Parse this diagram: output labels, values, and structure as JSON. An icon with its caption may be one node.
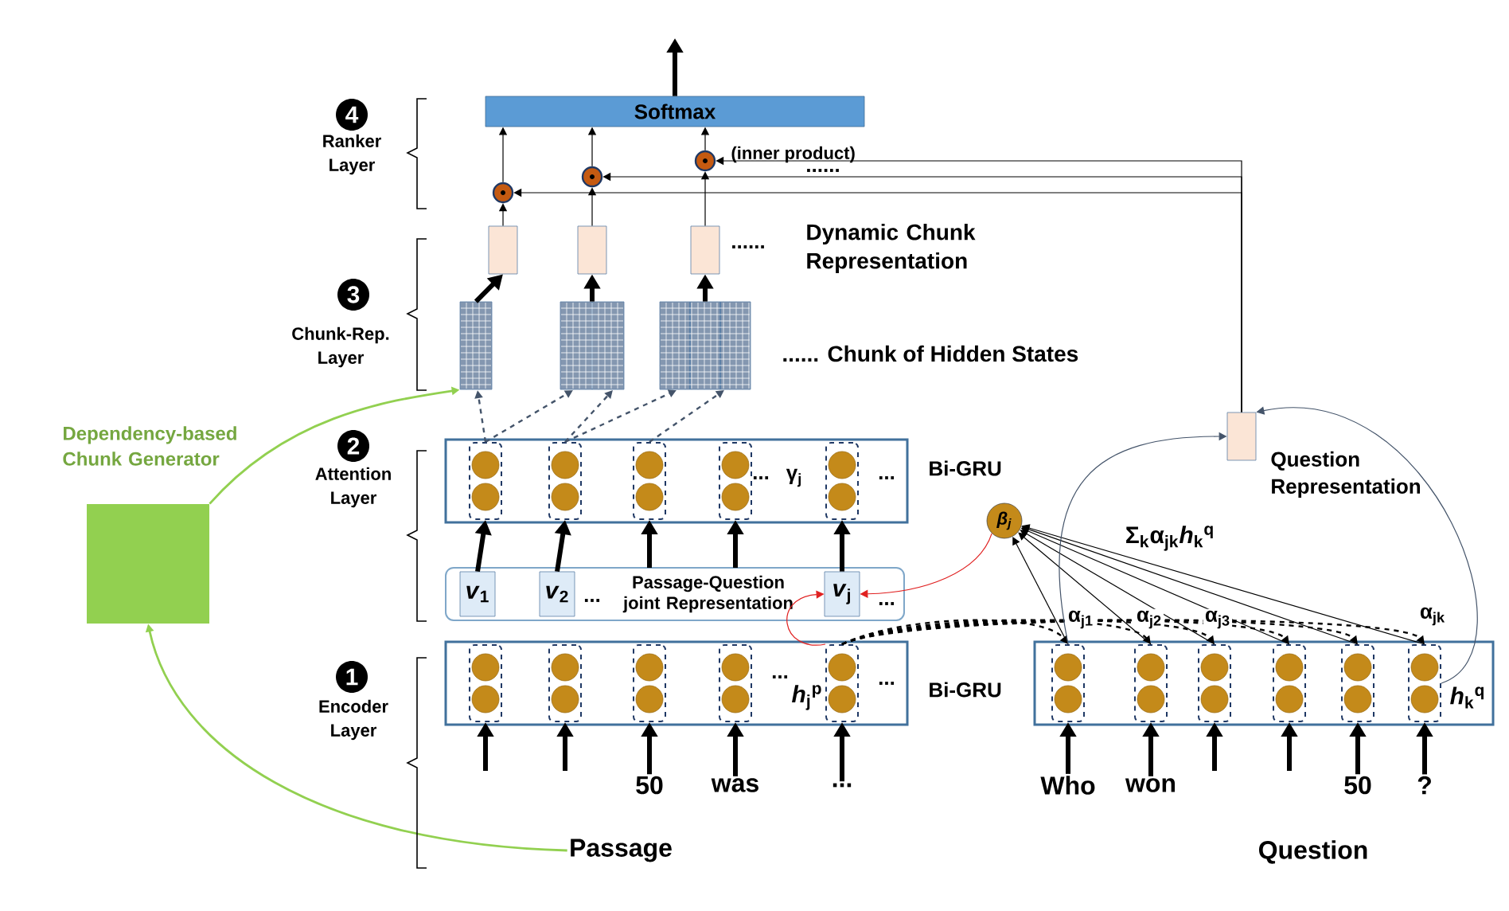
{
  "diagram": {
    "nodes": [
      {
        "text": [
          "4"
        ],
        "beside": [
          "Ranker Layer"
        ]
      },
      {
        "text": [
          "Softmax"
        ]
      },
      {
        "text": [],
        "shape": "circle"
      },
      {
        "text": [],
        "shape": "circle"
      },
      {
        "text": [],
        "shape": "circle",
        "beside": [
          "(inner product)"
        ]
      },
      {
        "text": [
          "3"
        ],
        "beside": [
          "Chunk-Rep. Layer"
        ]
      },
      {
        "text": [],
        "shape": "box"
      },
      {
        "text": [],
        "shape": "box"
      },
      {
        "text": [],
        "shape": "box"
      },
      {
        "text": [],
        "shape": "box",
        "beside": [
          "Question Representation"
        ]
      },
      {
        "text": [],
        "shape": "box"
      },
      {
        "text": [],
        "shape": "box"
      },
      {
        "text": [],
        "shape": "box"
      },
      {
        "text": [],
        "shape": "box",
        "beside": [
          "Dependency-based Chunk Generator"
        ]
      },
      {
        "text": [
          "2"
        ],
        "beside": [
          "Attention Layer"
        ]
      },
      {
        "text": [],
        "shape": "box",
        "beside": [
          "Bi-GRU"
        ]
      },
      {
        "text": [],
        "shape": "box",
        "in": 15
      },
      {
        "text": [],
        "shape": "box",
        "in": 15
      },
      {
        "text": [],
        "shape": "box",
        "in": 15
      },
      {
        "text": [],
        "shape": "box",
        "in": 15
      },
      {
        "text": [],
        "shape": "box",
        "in": 15
      },
      {
        "text": [
          "β$_{j}$"
        ]
      },
      {
        "text": [
          "Passage-Question joint Representation"
        ]
      },
      {
        "text": [
          "*v*$_{1}$"
        ],
        "in": 22
      },
      {
        "text": [
          "*v*$_{2}$"
        ],
        "in": 22
      },
      {
        "text": [
          "*v*$_{j}$"
        ],
        "in": 22
      },
      {
        "text": [
          "1"
        ],
        "beside": [
          "Encoder Layer"
        ]
      },
      {
        "text": [],
        "shape": "box",
        "beside": [
          "Bi-GRU"
        ]
      },
      {
        "text": [],
        "shape": "box",
        "in": 27
      },
      {
        "text": [],
        "shape": "box",
        "in": 27
      },
      {
        "text": [],
        "shape": "box",
        "in": 27
      },
      {
        "text": [],
        "shape": "box",
        "in": 27
      },
      {
        "text": [],
        "shape": "box",
        "in": 27
      },
      {
        "text": [],
        "shape": "box"
      },
      {
        "text": [],
        "shape": "box",
        "in": 33
      },
      {
        "text": [],
        "shape": "box",
        "in": 33
      },
      {
        "text": [],
        "shape": "box",
        "in": 33
      },
      {
        "text": [],
        "shape": "box",
        "in": 33
      },
      {
        "text": [],
        "shape": "box",
        "in": 33
      },
      {
        "text": [],
        "shape": "box",
        "in": 33
      },
      {
        "text": [
          "Passage"
        ]
      },
      {
        "text": [
          "50"
        ]
      },
      {
        "text": [
          "was"
        ]
      },
      {
        "text": [
          "..."
        ]
      },
      {
        "text": [
          "Who"
        ]
      },
      {
        "text": [
          "won"
        ]
      },
      {
        "text": [
          "50"
        ]
      },
      {
        "text": [
          "?"
        ]
      }
    ],
    "edges": [
      {
        "from": 1,
        "to": null,
        "arrow": "to",
        "style": "thick"
      },
      {
        "from": 6,
        "to": 2,
        "arrow": "to"
      },
      {
        "from": 7,
        "to": 3,
        "arrow": "to"
      },
      {
        "from": 8,
        "to": 4,
        "arrow": "to"
      },
      {
        "from": 2,
        "to": 1,
        "arrow": "to"
      },
      {
        "from": 3,
        "to": 1,
        "arrow": "to"
      },
      {
        "from": 4,
        "to": 1,
        "arrow": "to"
      },
      {
        "from": 9,
        "to": 2,
        "arrow": "to"
      },
      {
        "from": 9,
        "to": 3,
        "arrow": "to"
      },
      {
        "from": 9,
        "to": 4,
        "arrow": "to"
      },
      {
        "from": 10,
        "to": 6,
        "arrow": "to",
        "style": "thick"
      },
      {
        "from": 11,
        "to": 7,
        "arrow": "to",
        "style": "thick"
      },
      {
        "from": 12,
        "to": 8,
        "arrow": "to",
        "style": "thick"
      },
      {
        "from": 13,
        "to": 10,
        "arrow": "to",
        "color": "#92d050"
      },
      {
        "from": 40,
        "to": 13,
        "arrow": "to",
        "color": "#92d050"
      },
      {
        "from": 16,
        "to": 10,
        "arrow": "to",
        "style": "dashed",
        "color": "#44546a"
      },
      {
        "from": 16,
        "to": 11,
        "arrow": "to",
        "style": "dashed",
        "color": "#44546a"
      },
      {
        "from": 17,
        "to": 11,
        "arrow": "to",
        "style": "dashed",
        "color": "#44546a"
      },
      {
        "from": 17,
        "to": 12,
        "arrow": "to",
        "style": "dashed",
        "color": "#44546a"
      },
      {
        "from": 18,
        "to": 12,
        "arrow": "to",
        "style": "dashed",
        "color": "#44546a"
      },
      {
        "from": 23,
        "to": 16,
        "arrow": "to",
        "style": "thick"
      },
      {
        "from": 24,
        "to": 17,
        "arrow": "to",
        "style": "thick"
      },
      {
        "from": 22,
        "to": 18,
        "arrow": "to",
        "style": "thick"
      },
      {
        "from": 22,
        "to": 19,
        "arrow": "to",
        "style": "thick"
      },
      {
        "from": 25,
        "to": 20,
        "arrow": "to",
        "style": "thick"
      },
      {
        "from": 21,
        "to": 25,
        "arrow": "to",
        "color": "#e02020"
      },
      {
        "from": 32,
        "to": 25,
        "arrow": "to",
        "color": "#e02020"
      },
      {
        "from": 34,
        "to": 21,
        "arrow": "to"
      },
      {
        "from": 35,
        "to": 21,
        "arrow": "to"
      },
      {
        "from": 36,
        "to": 21,
        "arrow": "to"
      },
      {
        "from": 37,
        "to": 21,
        "arrow": "to"
      },
      {
        "from": 38,
        "to": 21,
        "arrow": "to"
      },
      {
        "from": 39,
        "to": 21,
        "arrow": "to"
      },
      {
        "from": 32,
        "to": 34,
        "arrow": "to",
        "style": "dashed"
      },
      {
        "from": 32,
        "to": 35,
        "arrow": "to",
        "style": "dashed"
      },
      {
        "from": 32,
        "to": 36,
        "arrow": "to",
        "style": "dashed"
      },
      {
        "from": 32,
        "to": 37,
        "arrow": "to",
        "style": "dashed"
      },
      {
        "from": 32,
        "to": 38,
        "arrow": "to",
        "style": "dashed"
      },
      {
        "from": 32,
        "to": 39,
        "arrow": "to",
        "style": "dashed"
      },
      {
        "from": 34,
        "to": 9,
        "arrow": "to",
        "color": "#44546a"
      },
      {
        "from": 39,
        "to": 9,
        "arrow": "to",
        "color": "#44546a"
      },
      {
        "from": null,
        "to": 28,
        "arrow": "to",
        "style": "thick"
      },
      {
        "from": null,
        "to": 29,
        "arrow": "to",
        "style": "thick"
      },
      {
        "from": 41,
        "to": 30,
        "arrow": "to",
        "style": "thick"
      },
      {
        "from": 42,
        "to": 31,
        "arrow": "to",
        "style": "thick"
      },
      {
        "from": 43,
        "to": 32,
        "arrow": "to",
        "style": "thick"
      },
      {
        "from": 44,
        "to": 34,
        "arrow": "to",
        "style": "thick"
      },
      {
        "from": 45,
        "to": 35,
        "arrow": "to",
        "style": "thick"
      },
      {
        "from": null,
        "to": 36,
        "arrow": "to",
        "style": "thick"
      },
      {
        "from": null,
        "to": 37,
        "arrow": "to",
        "style": "thick"
      },
      {
        "from": 46,
        "to": 38,
        "arrow": "to",
        "style": "thick"
      },
      {
        "from": 47,
        "to": 39,
        "arrow": "to",
        "style": "thick"
      }
    ],
    "labels": [
      "......",
      "Dynamic Chunk Representation",
      "......",
      "...... Chunk of Hidden States",
      "...",
      "γ$_{j}$",
      "...",
      "...",
      "...",
      "Σ$_{k}$α$_{jk}$*h*$_{k}$$^{q}$",
      "α$_{j1}$",
      "α$_{j2}$",
      "α$_{j3}$",
      "α$_{jk}$",
      "...",
      "*h*$_{j}$$^{p}$",
      "...",
      "*h*$_{k}$$^{q}$",
      "Question"
    ]
  }
}
